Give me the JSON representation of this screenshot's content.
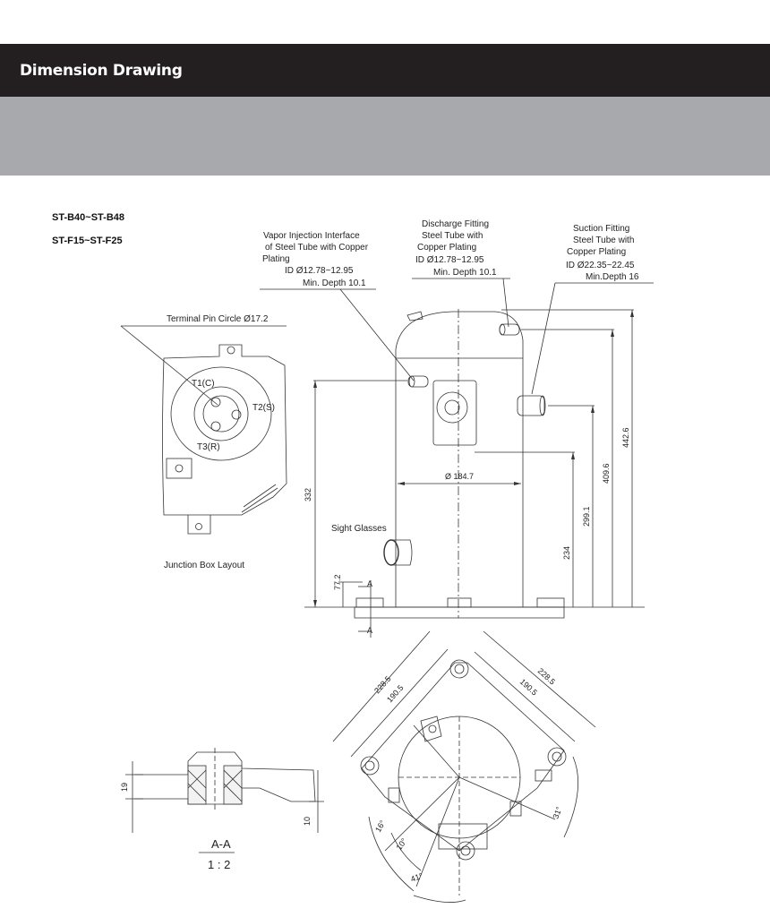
{
  "header": {
    "title": "Dimension Drawing"
  },
  "models": [
    "ST-B40~ST-B48",
    "ST-F15~ST-F25"
  ],
  "callouts": {
    "vapor": [
      "Vapor Injection Interface",
      "of Steel Tube with Copper",
      "Plating",
      "ID Ø12.78~12.95",
      "Min. Depth 10.1"
    ],
    "discharge": [
      "Discharge Fitting",
      "Steel Tube with",
      "Copper Plating",
      "ID Ø12.78~12.95",
      "Min. Depth 10.1"
    ],
    "suction": [
      "Suction Fitting",
      "Steel Tube with",
      "Copper Plating",
      "ID Ø22.35~22.45",
      "Min.Depth 16"
    ],
    "terminal_pin": "Terminal Pin Circle Ø17.2",
    "sight_glasses": "Sight Glasses",
    "junction_box": "Junction Box Layout"
  },
  "terminals": {
    "t1": "T1(C)",
    "t2": "T2(S)",
    "t3": "T3(R)"
  },
  "dimensions": {
    "diameter": "Ø 184.7",
    "d332": "332",
    "d77": "77.2",
    "d234": "234",
    "d299": "299.1",
    "d409": "409.6",
    "d442": "442.6",
    "d228_left": "228.5",
    "d190_left": "190.5",
    "d228_right": "228.5",
    "d190_right": "190.5",
    "a16": "16°",
    "a10": "10°",
    "a41": "41°",
    "a31": "31°",
    "h19": "19",
    "h10": "10"
  },
  "section": {
    "marker": "A",
    "title": "A-A",
    "scale": "1 : 2"
  }
}
